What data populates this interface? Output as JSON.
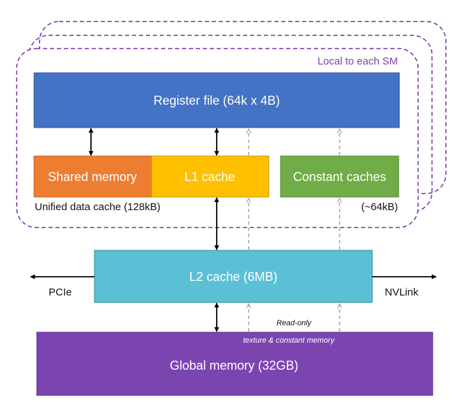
{
  "sm": {
    "label": "Local to each SM"
  },
  "blocks": {
    "register_file": "Register file (64k x 4B)",
    "shared_memory": "Shared memory",
    "l1_cache": "L1 cache",
    "constant_caches": "Constant caches",
    "l2_cache": "L2 cache (6MB)",
    "global_memory": "Global memory (32GB)"
  },
  "labels": {
    "unified_cache": "Unified data cache (128kB)",
    "constant_size": "(~64kB)",
    "pcie": "PCIe",
    "nvlink": "NVLink",
    "read_only": "Read-only",
    "texture_constant": "texture & constant memory"
  },
  "colors": {
    "register_file": "#4472c4",
    "shared_memory": "#ed7d31",
    "l1_cache": "#ffc000",
    "constant_caches": "#70ad47",
    "l2_cache": "#5bc0d6",
    "global_memory": "#7b45b0",
    "sm_border": "#7030a0",
    "dashed_arrow": "#aaaaaa"
  }
}
